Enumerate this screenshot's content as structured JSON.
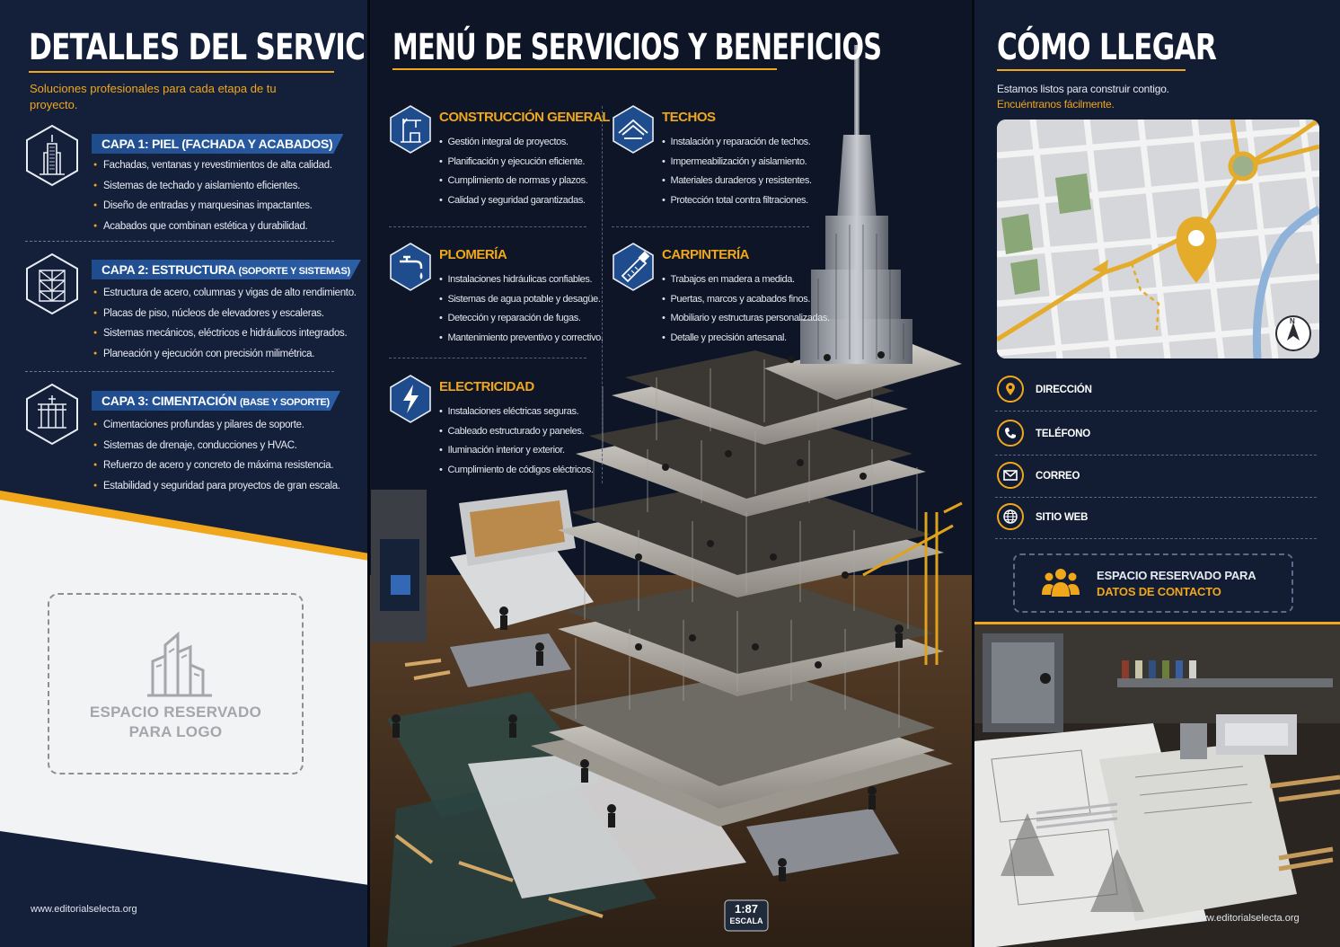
{
  "panel1": {
    "title": "DETALLES DEL SERVICIO",
    "subtitle": "Soluciones profesionales para cada etapa de tu proyecto.",
    "layers": [
      {
        "title": "CAPA 1: PIEL (FACHADA Y ACABADOS)",
        "title_suffix": "",
        "icon": "skyscraper-icon",
        "bullets": [
          "Fachadas, ventanas y revestimientos de alta calidad.",
          "Sistemas de techado y aislamiento eficientes.",
          "Diseño de entradas y marquesinas impactantes.",
          "Acabados que combinan estética y durabilidad."
        ]
      },
      {
        "title": "CAPA 2: ESTRUCTURA ",
        "title_suffix": "(SOPORTE Y SISTEMAS)",
        "icon": "frame-structure-icon",
        "bullets": [
          "Estructura de acero, columnas y vigas de alto rendimiento.",
          "Placas de piso, núcleos de elevadores y escaleras.",
          "Sistemas mecánicos, eléctricos e hidráulicos integrados.",
          "Planeación y ejecución con precisión milimétrica."
        ]
      },
      {
        "title": "CAPA 3: CIMENTACIÓN ",
        "title_suffix": "(BASE Y SOPORTE)",
        "icon": "foundation-icon",
        "bullets": [
          "Cimentaciones profundas y pilares de soporte.",
          "Sistemas de drenaje, conducciones y HVAC.",
          "Refuerzo de acero y concreto de máxima resistencia.",
          "Estabilidad y seguridad para proyectos de gran escala."
        ]
      }
    ],
    "logo_placeholder": [
      "ESPACIO RESERVADO",
      "PARA LOGO"
    ],
    "footer_url": "www.editorialselecta.org"
  },
  "panel2": {
    "title": "MENÚ DE SERVICIOS Y BENEFICIOS",
    "services": [
      {
        "title": "CONSTRUCCIÓN GENERAL",
        "icon": "crane-icon",
        "bullets": [
          "Gestión integral de proyectos.",
          "Planificación y ejecución eficiente.",
          "Cumplimiento de normas y plazos.",
          "Calidad y seguridad garantizadas."
        ]
      },
      {
        "title": "TECHOS",
        "icon": "roof-icon",
        "bullets": [
          "Instalación y reparación de techos.",
          "Impermeabilización y aislamiento.",
          "Materiales duraderos y resistentes.",
          "Protección total contra filtraciones."
        ]
      },
      {
        "title": "PLOMERÍA",
        "icon": "faucet-icon",
        "bullets": [
          "Instalaciones hidráulicas confiables.",
          "Sistemas de agua potable y desagüe.",
          "Detección y reparación de fugas.",
          "Mantenimiento preventivo y correctivo."
        ]
      },
      {
        "title": "CARPINTERÍA",
        "icon": "saw-icon",
        "bullets": [
          "Trabajos en madera a medida.",
          "Puertas, marcos y acabados finos.",
          "Mobiliario y estructuras personalizadas.",
          "Detalle y precisión artesanal."
        ]
      },
      {
        "title": "ELECTRICIDAD",
        "icon": "lightning-icon",
        "bullets": [
          "Instalaciones eléctricas seguras.",
          "Cableado estructurado y paneles.",
          "Iluminación interior y exterior.",
          "Cumplimiento de códigos eléctricos."
        ]
      }
    ],
    "scale_label": [
      "1:87",
      "ESCALA"
    ]
  },
  "panel3": {
    "title": "CÓMO LLEGAR",
    "subtitle": "Estamos listos para construir contigo.",
    "subtitle_accent": "Encuéntranos fácilmente.",
    "map_compass": "N",
    "contacts": [
      {
        "label": "DIRECCIÓN",
        "icon": "location-pin-icon"
      },
      {
        "label": "TELÉFONO",
        "icon": "phone-icon"
      },
      {
        "label": "CORREO",
        "icon": "envelope-icon"
      },
      {
        "label": "SITIO WEB",
        "icon": "globe-icon"
      }
    ],
    "reserved": [
      "ESPACIO RESERVADO PARA",
      "DATOS DE CONTACTO"
    ],
    "footer_url": "www.editorialselecta.org"
  },
  "colors": {
    "accent": "#f0a71c",
    "navy": "#14203a",
    "layer_title_bg": "#2b5fa8"
  }
}
